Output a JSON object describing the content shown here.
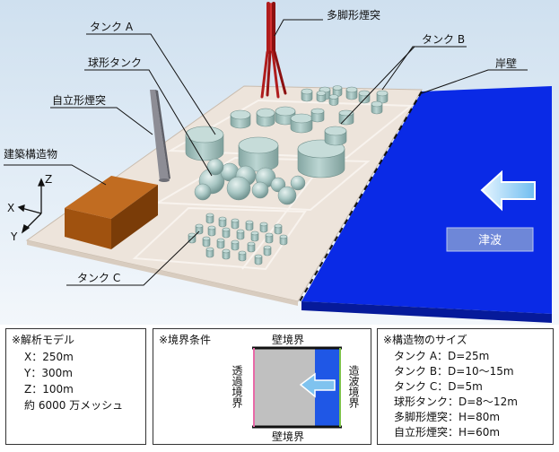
{
  "scene": {
    "labels": {
      "tank_a": "タンク A",
      "multi_leg_chimney": "多脚形煙突",
      "tank_b": "タンク B",
      "spherical_tank": "球形タンク",
      "seawall": "岸壁",
      "freestanding_chimney": "自立形煙突",
      "building": "建築構造物",
      "tsunami": "津波",
      "tank_c": "タンク C"
    },
    "axes": {
      "x": "X",
      "y": "Y",
      "z": "Z"
    }
  },
  "model": {
    "title": "※解析モデル",
    "lines": [
      "X：250m",
      "Y：300m",
      "Z：100m",
      "約 6000 万メッシュ"
    ]
  },
  "boundary": {
    "title": "※境界条件",
    "top": "壁境界",
    "bottom": "壁境界",
    "left": "透過境界",
    "right": "造波境界"
  },
  "sizes": {
    "title": "※構造物のサイズ",
    "lines": [
      "タンク A：D=25m",
      "タンク B：D=10～15m",
      "タンク C：D=5m",
      "球形タンク：D=8～12m",
      "多脚形煙突：H=80m",
      "自立形煙突：H=60m"
    ]
  },
  "colors": {
    "ground": "#ede4db",
    "sea": "#0a2ae6",
    "tank": "#a9c7c4",
    "building": "#a0520f",
    "chimney_red": "#b01c1c",
    "arrow": "#7fc3ef"
  }
}
